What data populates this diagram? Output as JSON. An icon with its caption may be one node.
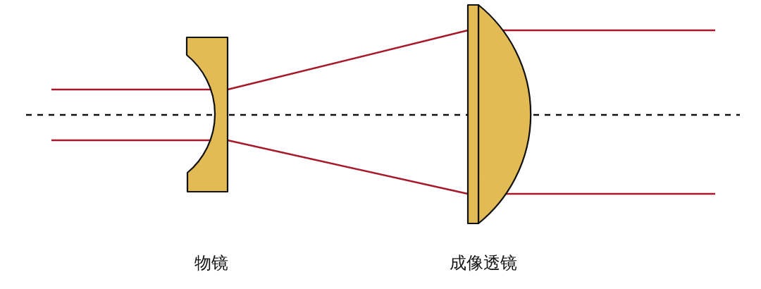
{
  "diagram": {
    "nodes": [
      {
        "text": [
          "物镜"
        ]
      },
      {
        "text": [
          "成像透镜"
        ]
      }
    ],
    "edges": [
      {
        "from": null,
        "to": 0,
        "arrow": "none"
      },
      {
        "from": null,
        "to": 0,
        "arrow": "none"
      },
      {
        "from": 0,
        "to": 1,
        "arrow": "none"
      },
      {
        "from": 0,
        "to": 1,
        "arrow": "none"
      },
      {
        "from": 1,
        "to": null,
        "arrow": "none"
      },
      {
        "from": 1,
        "to": null,
        "arrow": "none"
      }
    ]
  }
}
